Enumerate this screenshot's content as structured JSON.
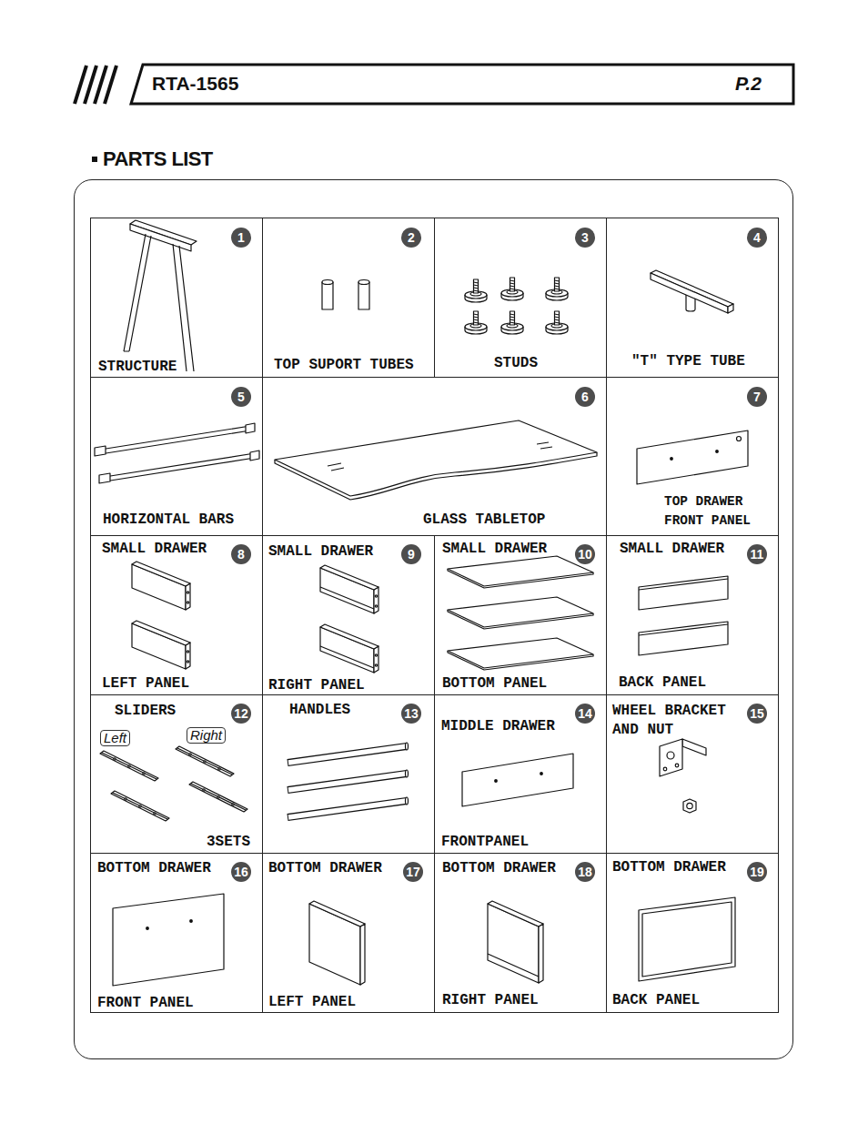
{
  "diagram": {
    "nodes": [
      {
        "text": [
          "RTA-1565",
          "P.2"
        ]
      },
      {
        "text": [
          "PARTS LIST"
        ]
      },
      {
        "text": [
          "1",
          "STRUCTURE"
        ],
        "in": 1
      },
      {
        "text": [
          "2",
          "TOP SUPORT TUBES"
        ],
        "in": 1
      },
      {
        "text": [
          "3",
          "STUDS"
        ],
        "in": 1
      },
      {
        "text": [
          "4",
          "\"T\" TYPE TUBE"
        ],
        "in": 1
      },
      {
        "text": [
          "5",
          "HORIZONTAL BARS"
        ],
        "in": 1
      },
      {
        "text": [
          "6",
          "GLASS TABLETOP"
        ],
        "in": 1
      },
      {
        "text": [
          "7",
          "TOP DRAWER FRONT PANEL"
        ],
        "in": 1
      },
      {
        "text": [
          "SMALL DRAWER",
          "8",
          "LEFT PANEL"
        ],
        "in": 1
      },
      {
        "text": [
          "SMALL DRAWER",
          "9",
          "RIGHT PANEL"
        ],
        "in": 1
      },
      {
        "text": [
          "SMALL DRAWER",
          "10",
          "BOTTOM PANEL"
        ],
        "in": 1
      },
      {
        "text": [
          "SMALL DRAWER",
          "11",
          "BACK PANEL"
        ],
        "in": 1
      },
      {
        "text": [
          "SLIDERS",
          "12",
          "Left",
          "Right",
          "3SETS"
        ],
        "in": 1
      },
      {
        "text": [
          "HANDLES",
          "13"
        ],
        "in": 1
      },
      {
        "text": [
          "MIDDLE DRAWER",
          "14",
          "FRONTPANEL"
        ],
        "in": 1
      },
      {
        "text": [
          "WHEEL BRACKET AND NUT",
          "15"
        ],
        "in": 1
      },
      {
        "text": [
          "BOTTOM DRAWER",
          "16",
          "FRONT PANEL"
        ],
        "in": 1
      },
      {
        "text": [
          "BOTTOM DRAWER",
          "17",
          "LEFT PANEL"
        ],
        "in": 1
      },
      {
        "text": [
          "BOTTOM DRAWER",
          "18",
          "RIGHT PANEL"
        ],
        "in": 1
      },
      {
        "text": [
          "BOTTOM DRAWER",
          "19",
          "BACK PANEL"
        ],
        "in": 1
      }
    ]
  }
}
